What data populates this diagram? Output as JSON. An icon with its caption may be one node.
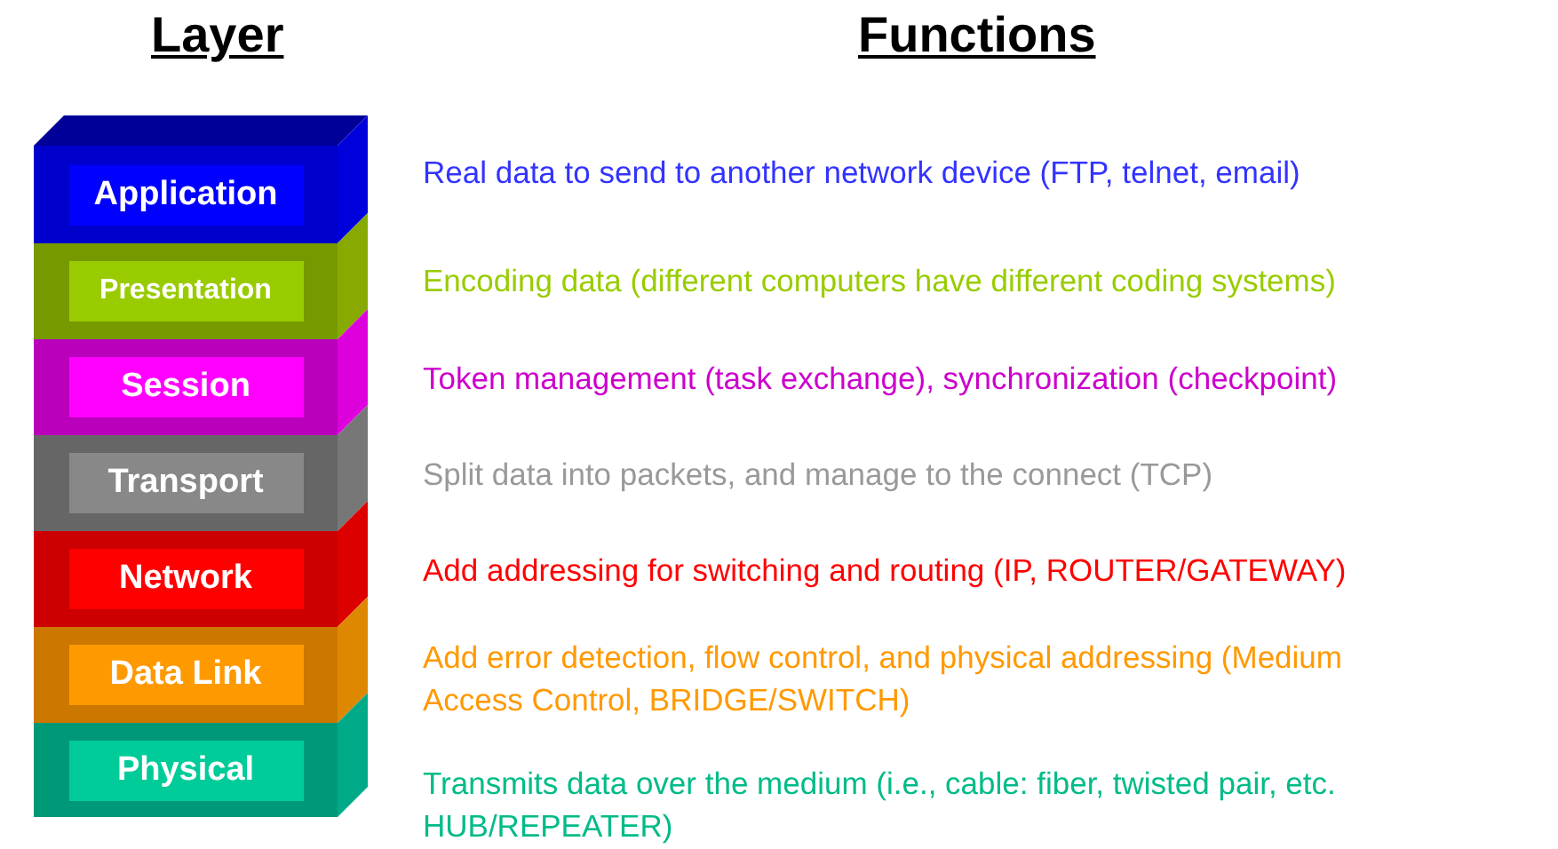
{
  "diagram": {
    "nodes": [
      {
        "text": [
          "Application"
        ],
        "beside": [
          "Real data to send to another network device (FTP, telnet, email)"
        ]
      },
      {
        "text": [
          "Presentation"
        ],
        "beside": [
          "Encoding data (different computers have different coding systems)"
        ]
      },
      {
        "text": [
          "Session"
        ],
        "beside": [
          "Token management (task exchange), synchronization (checkpoint)"
        ]
      },
      {
        "text": [
          "Transport"
        ],
        "beside": [
          "Split data into packets, and manage to the connect (TCP)"
        ]
      },
      {
        "text": [
          "Network"
        ],
        "beside": [
          "Add addressing for switching and routing (IP, ROUTER/GATEWAY)"
        ]
      },
      {
        "text": [
          "Data Link"
        ],
        "beside": [
          "Add error detection, flow control, and physical addressing (Medium Access Control, BRIDGE/SWITCH)"
        ]
      },
      {
        "text": [
          "Physical"
        ],
        "beside": [
          "Transmits data over the medium (i.e., cable: fiber, twisted pair, etc. HUB/REPEATER)"
        ]
      }
    ],
    "labels": [
      "Layer",
      "Functions"
    ]
  }
}
